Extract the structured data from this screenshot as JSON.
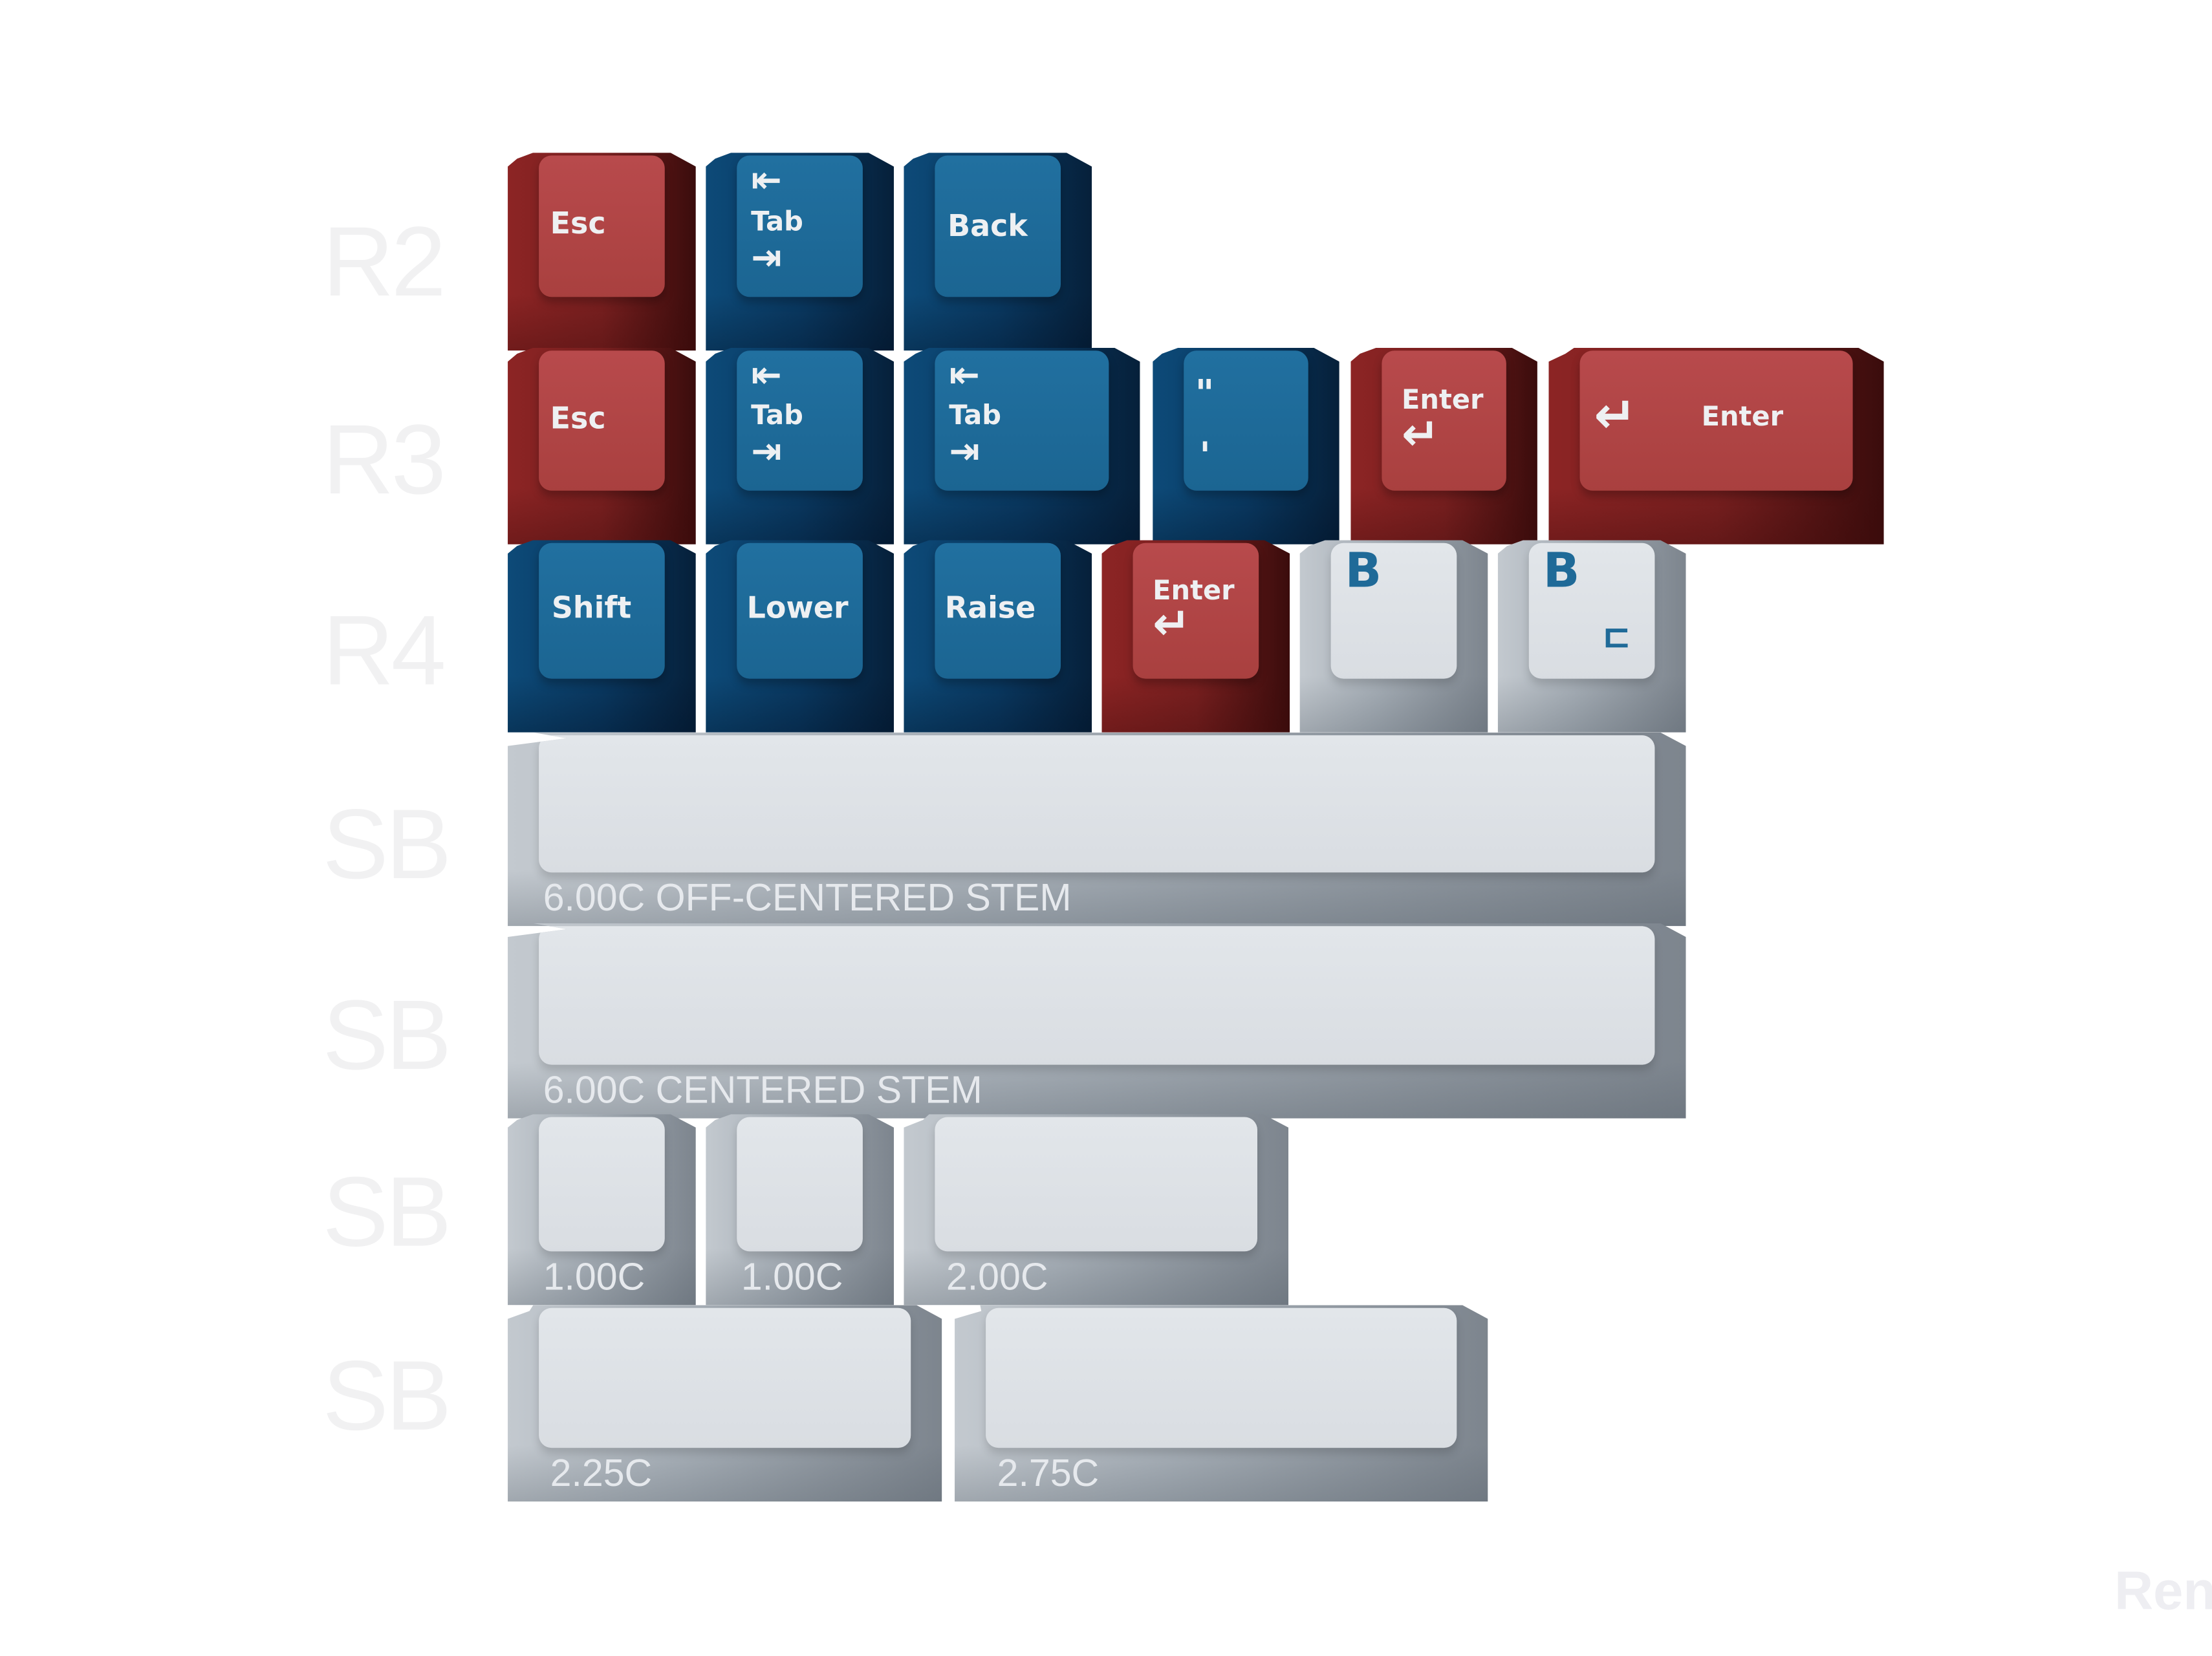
{
  "row_labels": [
    "R2",
    "R3",
    "R4",
    "SB",
    "SB",
    "SB",
    "SB"
  ],
  "keys": {
    "r2": [
      "Esc",
      "Tab",
      "Back"
    ],
    "r3": [
      "Esc",
      "Tab",
      "Tab",
      "\"",
      "'",
      "Enter",
      "Enter"
    ],
    "r4": [
      "Shift",
      "Lower",
      "Raise",
      "Enter",
      "B",
      "B",
      "ㄷ"
    ],
    "tab_arrows": [
      "⇤",
      "⇥"
    ],
    "enter_arrow": "↵"
  },
  "spacebars": [
    "6.00C OFF-CENTERED STEM",
    "6.00C CENTERED STEM",
    "1.00C",
    "1.00C",
    "2.00C",
    "2.25C",
    "2.75C"
  ],
  "watermark": "Ren",
  "colors": {
    "red": "#b0464a",
    "blue": "#1f6a98",
    "grey": "#dfe3e8"
  }
}
